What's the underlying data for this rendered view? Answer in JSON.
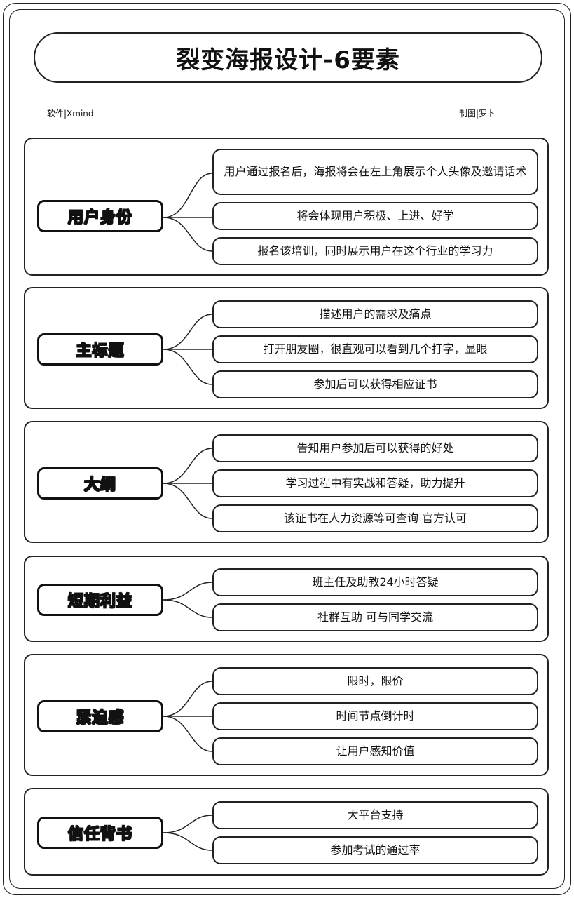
{
  "title": "裂变海报设计-6要素",
  "meta": {
    "software": "软件|Xmind",
    "author": "制图|罗卜"
  },
  "sections": [
    {
      "topic": "用户身份",
      "items": [
        "用户通过报名后，海报将会在左上角展示个人头像及邀请话术",
        "将会体现用户积极、上进、好学",
        "报名该培训，同时展示用户在这个行业的学习力"
      ]
    },
    {
      "topic": "主标题",
      "items": [
        "描述用户的需求及痛点",
        "打开朋友圈，很直观可以看到几个打字，显眼",
        "参加后可以获得相应证书"
      ]
    },
    {
      "topic": "大纲",
      "items": [
        "告知用户参加后可以获得的好处",
        "学习过程中有实战和答疑，助力提升",
        "该证书在人力资源等可查询 官方认可"
      ]
    },
    {
      "topic": "短期利益",
      "items": [
        "班主任及助教24小时答疑",
        "社群互助 可与同学交流"
      ]
    },
    {
      "topic": "紧迫感",
      "items": [
        "限时，限价",
        "时间节点倒计时",
        "让用户感知价值"
      ]
    },
    {
      "topic": "信任背书",
      "items": [
        "大平台支持",
        "参加考试的通过率"
      ]
    }
  ]
}
